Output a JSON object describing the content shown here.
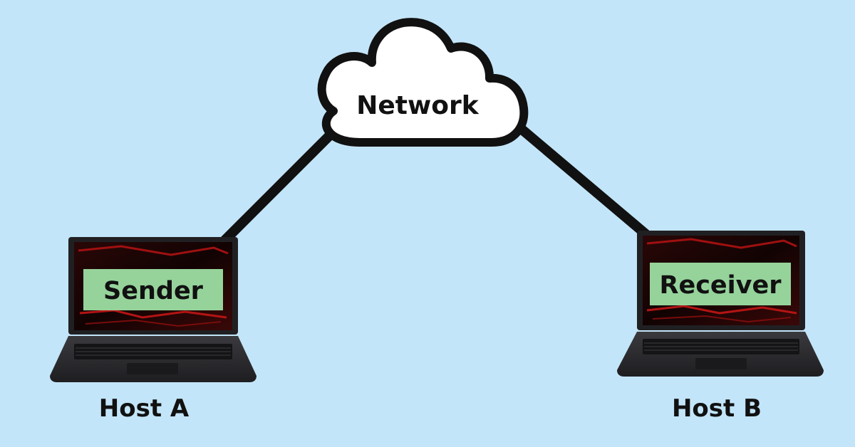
{
  "diagram": {
    "cloud_label": "Network",
    "hosts": [
      {
        "screen_label": "Sender",
        "host_label": "Host A"
      },
      {
        "screen_label": "Receiver",
        "host_label": "Host B"
      }
    ]
  },
  "colors": {
    "background": "#c3e5f9",
    "cloud_fill": "#ffffff",
    "stroke": "#111111",
    "label_box": "#96d39b",
    "laptop_body": "#2b2b2e",
    "screen_dark": "#1a0606",
    "screen_red": "#b01010"
  },
  "icons": [
    "cloud-icon",
    "laptop-icon"
  ]
}
